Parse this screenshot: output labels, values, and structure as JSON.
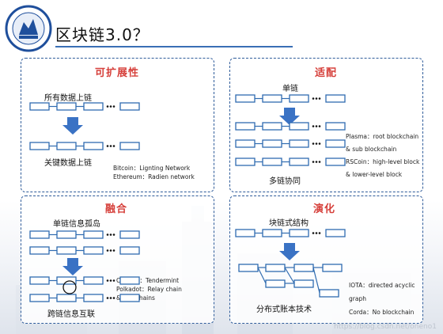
{
  "slide": {
    "title": "区块链3.0？",
    "watermark": "https://blog.csdn.net/oneno1"
  },
  "panels": {
    "scalability": {
      "title": "可扩展性",
      "label_top": "所有数据上链",
      "label_bottom": "关键数据上链",
      "notes": [
        "Bitcoin：Lignting Network",
        "Ethereum：Radien network"
      ]
    },
    "adaptation": {
      "title": "适配",
      "label_top": "单链",
      "label_bottom": "多链协同",
      "notes": [
        "Plasma：root blockchain",
        "& sub blockchain",
        "RSCoin：high-level block",
        "& lower-level block"
      ]
    },
    "fusion": {
      "title": "融合",
      "label_top": "单链信息孤岛",
      "label_bottom": "跨链信息互联",
      "notes": [
        "Cosmos：Tendermint",
        "Polkadot：Relay chain",
        "& Parachains"
      ]
    },
    "evolution": {
      "title": "演化",
      "label_top": "块链式结构",
      "label_bottom": "分布式账本技术",
      "notes": [
        "IOTA：directed acyclic",
        "graph",
        "Corda：No blockchain"
      ]
    }
  },
  "colors": {
    "panel_border": "#2f5c9a",
    "panel_title": "#d6403b",
    "block_fill": "#ffffff",
    "block_stroke": "#2f6bb0",
    "arrow_fill": "#3a72c4",
    "link": "#2f6bb0"
  },
  "icons": {
    "logo": "university-seal-icon",
    "transition": "down-arrow-icon"
  }
}
